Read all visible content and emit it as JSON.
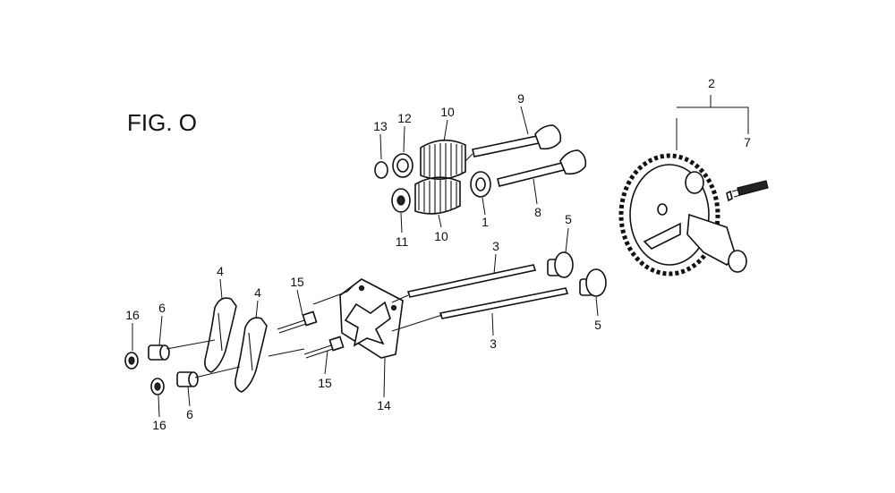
{
  "figure": {
    "title": "FIG. O"
  },
  "callouts": {
    "c1": "1",
    "c2": "2",
    "c3_top": "3",
    "c3_bottom": "3",
    "c4_left": "4",
    "c4_right": "4",
    "c5_top": "5",
    "c5_bottom": "5",
    "c6_top": "6",
    "c6_bottom": "6",
    "c7": "7",
    "c8": "8",
    "c9": "9",
    "c10_top": "10",
    "c10_bottom": "10",
    "c11": "11",
    "c12": "12",
    "c13": "13",
    "c14": "14",
    "c15_top": "15",
    "c15_bottom": "15",
    "c16_top": "16",
    "c16_bottom": "16"
  },
  "colors": {
    "line": "#111111",
    "background": "#ffffff"
  }
}
